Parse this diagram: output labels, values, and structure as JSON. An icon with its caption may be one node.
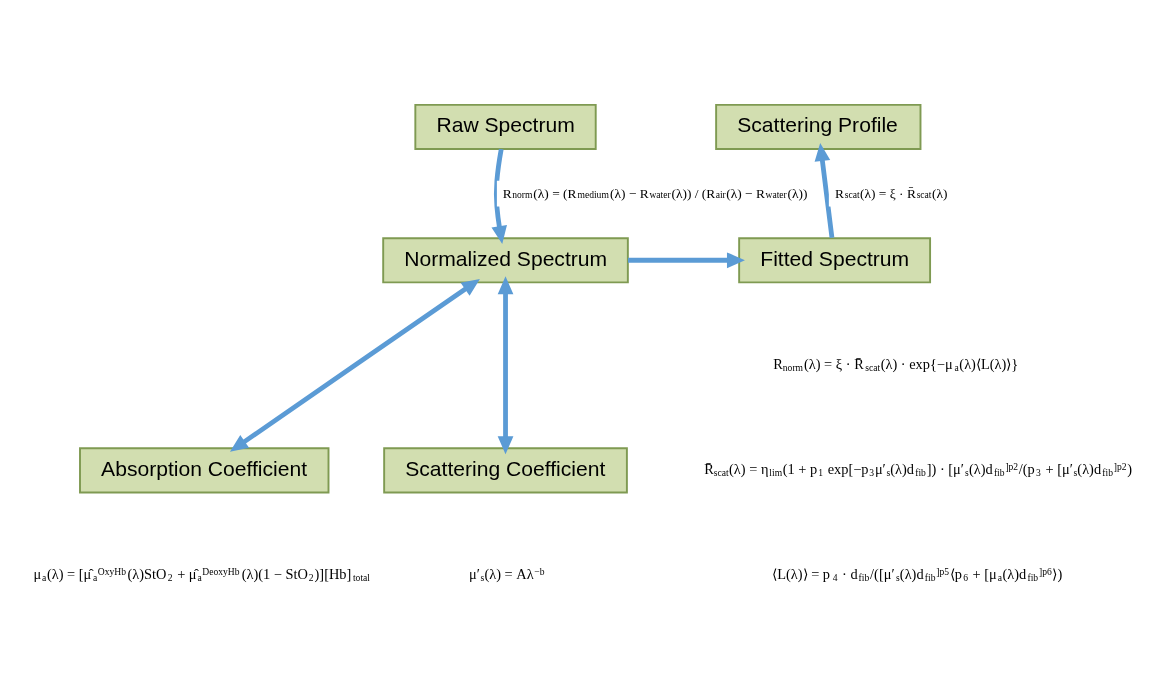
{
  "diagram": {
    "nodes": [
      {
        "text": [
          "Raw Spectrum"
        ]
      },
      {
        "text": [
          "Scattering Profile"
        ]
      },
      {
        "text": [
          "Normalized Spectrum"
        ]
      },
      {
        "text": [
          "Fitted Spectrum"
        ]
      },
      {
        "text": [
          "Absorption Coefficient"
        ]
      },
      {
        "text": [
          "Scattering Coefficient"
        ]
      }
    ],
    "edges": [
      {
        "from": 0,
        "to": 2,
        "arrow": "to",
        "label": "R$_{norm}$(λ) = (R$_{medium}$(λ) − R$_{water}$(λ)) / (R$_{air}$(λ) − R$_{water}$(λ))"
      },
      {
        "from": 2,
        "to": 3,
        "arrow": "to"
      },
      {
        "from": 3,
        "to": 1,
        "arrow": "to",
        "label": "R$_{scat}$(λ) = ξ · R̄$_{scat}$(λ)"
      },
      {
        "from": 4,
        "to": 2,
        "arrow": "both"
      },
      {
        "from": 5,
        "to": 2,
        "arrow": "both"
      }
    ],
    "labels": [
      "R$_{norm}$(λ) = ξ · R̄$_{scat}$(λ) · exp{−μ$_{a}$(λ)⟨L(λ)⟩}",
      "R̄$_{scat}$(λ) = η$_{lim}$(1 + p$_{1}$ exp[−p$_{3}$μ′$_{s}$(λ)d$_{fib}$]) · [μ′$_{s}$(λ)d$_{fib}$]$^{p2}$/(p$_{3}$ + [μ′$_{s}$(λ)d$_{fib}$]$^{p2}$)",
      "⟨L(λ)⟩ = p$_{4}$ · d$_{fib}$/([μ′$_{s}$(λ)d$_{fib}$]$^{p5}$⟨p$_{6}$ + [μ$_{a}$(λ)d$_{fib}$]$^{p6}$⟩)",
      "μ$_{a}$(λ) = [μ̂$_{a}$$^{OxyHb}$(λ)StO$_{2}$ + μ̂$_{a}$$^{DeoxyHb}$(λ)(1 − StO$_{2}$)][Hb]$_{total}$",
      "μ′$_{s}$(λ) = Aλ$^{−b}$"
    ]
  }
}
